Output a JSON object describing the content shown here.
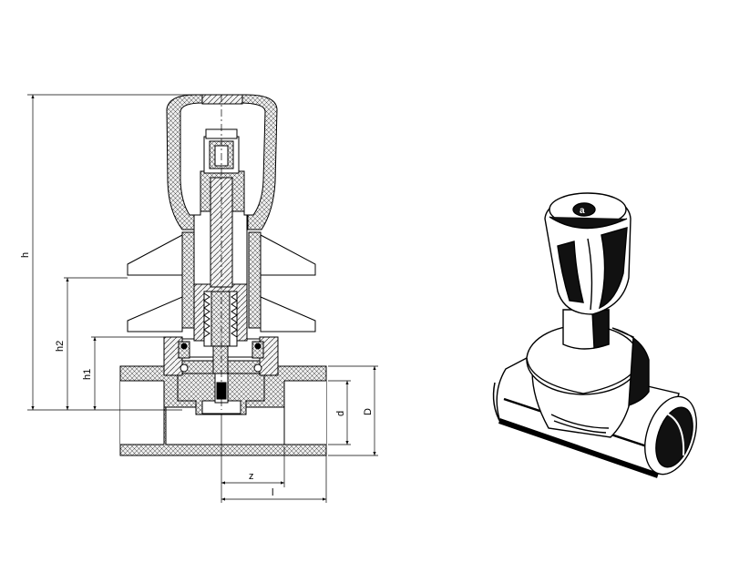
{
  "drawing": {
    "dimension_labels": {
      "h": "h",
      "h2": "h2",
      "h1": "h1",
      "d": "d",
      "D": "D",
      "z": "z",
      "l": "l"
    },
    "handle_marking": "a"
  },
  "colors": {
    "line": "#000000",
    "hatch_fill": "#d9d9d9",
    "body_dark": "#1a1a1a",
    "body_light": "#ffffff"
  }
}
